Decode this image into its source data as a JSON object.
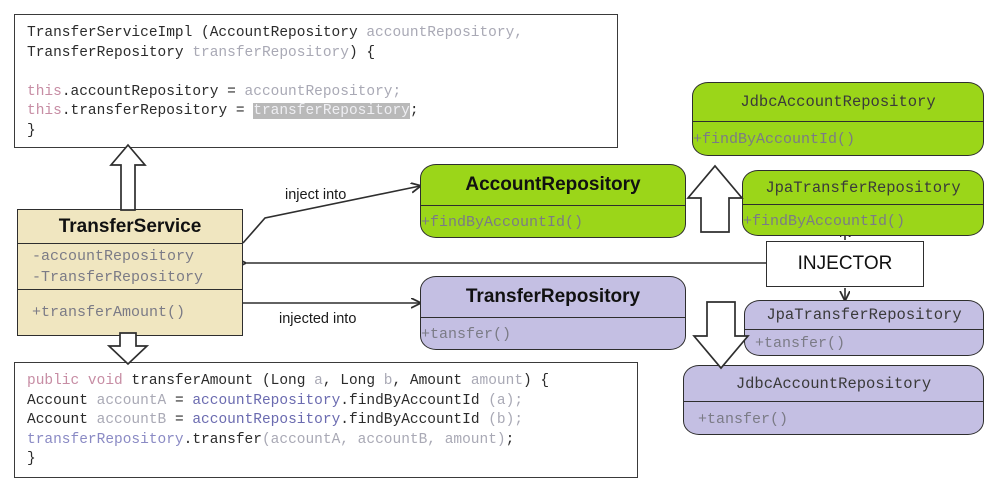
{
  "diagram": {
    "title": "Dependency Injection UML diagram",
    "colors": {
      "green": "#9bd619",
      "purple": "#c4bfe3",
      "cream": "#f0e6c0",
      "white": "#ffffff",
      "stroke": "#2e2e2e",
      "highlight": "#b9b9b9"
    }
  },
  "code_constructor": {
    "name": "constructor-code-block",
    "lines": [
      [
        {
          "t": "TransferServiceImpl (AccountRepository ",
          "c": "tk-dark"
        },
        {
          "t": "accountRepository,",
          "c": "tk-gray"
        }
      ],
      [
        {
          "t": "TransferRepository ",
          "c": "tk-dark"
        },
        {
          "t": "transferRepository",
          "c": "tk-gray"
        },
        {
          "t": ") {",
          "c": "tk-dark"
        }
      ],
      [],
      [
        {
          "t": "this",
          "c": "tk-kw"
        },
        {
          "t": ".accountRepository = ",
          "c": "tk-dark"
        },
        {
          "t": "accountRepository;",
          "c": "tk-gray"
        }
      ],
      [
        {
          "t": "this",
          "c": "tk-kw"
        },
        {
          "t": ".transferRepository = ",
          "c": "tk-dark"
        },
        {
          "t": "transferRepository",
          "c": "tk-hl"
        },
        {
          "t": ";",
          "c": "tk-dark"
        }
      ],
      [
        {
          "t": "}",
          "c": "tk-dark"
        }
      ]
    ]
  },
  "code_method": {
    "name": "transfer-method-code-block",
    "lines": [
      [
        {
          "t": "public void",
          "c": "tk-kw"
        },
        {
          "t": " transferAmount (Long ",
          "c": "tk-dark"
        },
        {
          "t": "a",
          "c": "tk-gray"
        },
        {
          "t": ", Long ",
          "c": "tk-dark"
        },
        {
          "t": "b",
          "c": "tk-gray"
        },
        {
          "t": ", Amount ",
          "c": "tk-dark"
        },
        {
          "t": "amount",
          "c": "tk-gray"
        },
        {
          "t": ") {",
          "c": "tk-dark"
        }
      ],
      [
        {
          "t": "Account ",
          "c": "tk-dark"
        },
        {
          "t": "accountA",
          "c": "tk-gray"
        },
        {
          "t": " = ",
          "c": "tk-dark"
        },
        {
          "t": "accountRepository",
          "c": "tk-blue"
        },
        {
          "t": ".findByAccountId ",
          "c": "tk-dark"
        },
        {
          "t": "(a);",
          "c": "tk-gray"
        }
      ],
      [
        {
          "t": "Account ",
          "c": "tk-dark"
        },
        {
          "t": "accountB",
          "c": "tk-gray"
        },
        {
          "t": " = ",
          "c": "tk-dark"
        },
        {
          "t": "accountRepository",
          "c": "tk-blue"
        },
        {
          "t": ".findByAccountId ",
          "c": "tk-dark"
        },
        {
          "t": "(b);",
          "c": "tk-gray"
        }
      ],
      [
        {
          "t": "transferRepository",
          "c": "tk-purple"
        },
        {
          "t": ".transfer",
          "c": "tk-dark"
        },
        {
          "t": "(accountA, accountB, amount)",
          "c": "tk-gray"
        },
        {
          "t": ";",
          "c": "tk-dark"
        }
      ],
      [
        {
          "t": "}",
          "c": "tk-dark"
        }
      ]
    ]
  },
  "classes": {
    "transfer_service": {
      "title": "TransferService",
      "fields": [
        "-accountRepository",
        "-TransferRepository"
      ],
      "methods": [
        "+transferAmount()"
      ]
    },
    "account_repository": {
      "title": "AccountRepository",
      "methods": [
        "+findByAccountId()"
      ]
    },
    "transfer_repository": {
      "title": "TransferRepository",
      "methods": [
        "+tansfer()"
      ]
    },
    "jdbc_account_repository_green": {
      "title": "JdbcAccountRepository",
      "methods": [
        "+findByAccountId()"
      ]
    },
    "jpa_transfer_repository_green": {
      "title": "JpaTransferRepository",
      "methods": [
        "+findByAccountId()"
      ]
    },
    "jpa_transfer_repository_purple": {
      "title": "JpaTransferRepository",
      "methods": [
        "+tansfer()"
      ]
    },
    "jdbc_account_repository_purple": {
      "title": "JdbcAccountRepository",
      "methods": [
        "+tansfer()"
      ]
    }
  },
  "injector": {
    "label": "INJECTOR"
  },
  "edges": {
    "inject_into": "inject into",
    "injected_into": "injected into"
  }
}
